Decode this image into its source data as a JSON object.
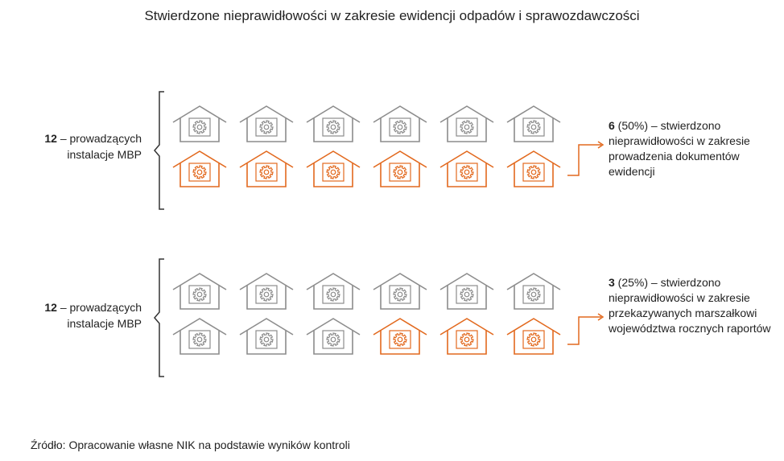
{
  "title": "Stwierdzone nieprawidłowości w zakresie ewidencji odpadów i sprawozdawczości",
  "groups": [
    {
      "label_num": "12",
      "label_rest": " – prowadzących",
      "label_line2": "instalacje MBP",
      "rows": [
        [
          "gray",
          "gray",
          "gray",
          "gray",
          "gray",
          "gray"
        ],
        [
          "orange",
          "orange",
          "orange",
          "orange",
          "orange",
          "orange"
        ]
      ],
      "note_num": "6",
      "note_text": " (50%) – stwierdzono nieprawidłowości w zakresie prowadzenia dokumentów ewidencji"
    },
    {
      "label_num": "12",
      "label_rest": " – prowadzących",
      "label_line2": "instalacje MBP",
      "rows": [
        [
          "gray",
          "gray",
          "gray",
          "gray",
          "gray",
          "gray"
        ],
        [
          "gray",
          "gray",
          "gray",
          "orange",
          "orange",
          "orange"
        ]
      ],
      "note_num": "3",
      "note_text": " (25%) – stwierdzono nieprawidłowości w zakresie przekazywanych marszałkowi województwa rocznych raportów"
    }
  ],
  "source": "Źródło: Opracowanie własne NIK na podstawie wyników kontroli",
  "colors": {
    "gray": "#8c8c8c",
    "orange": "#e2691e",
    "arrow": "#e2691e"
  },
  "icon": "gear-house-icon"
}
